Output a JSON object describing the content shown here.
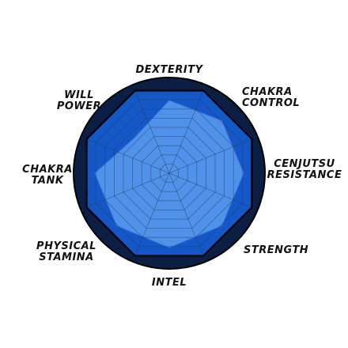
{
  "chart_data": {
    "type": "radar",
    "axes": [
      {
        "line1": "DEXTERITY",
        "line2": ""
      },
      {
        "line1": "CHAKRA",
        "line2": "CONTROL"
      },
      {
        "line1": "CENJUTSU",
        "line2": "RESISTANCE"
      },
      {
        "line1": "STRENGTH",
        "line2": ""
      },
      {
        "line1": "INTEL",
        "line2": ""
      },
      {
        "line1": "PHYSICAL",
        "line2": "STAMINA"
      },
      {
        "line1": "CHAKRA",
        "line2": "TANK"
      },
      {
        "line1": "WILL",
        "line2": "POWER"
      }
    ],
    "values": [
      0.88,
      0.9,
      0.9,
      0.9,
      0.9,
      0.9,
      0.9,
      0.6
    ],
    "max": 1,
    "rings": 9,
    "colors": {
      "outer_circle": "#0b1f44",
      "octagon_fill": "#1457c8",
      "data_fill": "#5a9cf0",
      "grid": "#2a3a55",
      "label": "#111111"
    }
  }
}
